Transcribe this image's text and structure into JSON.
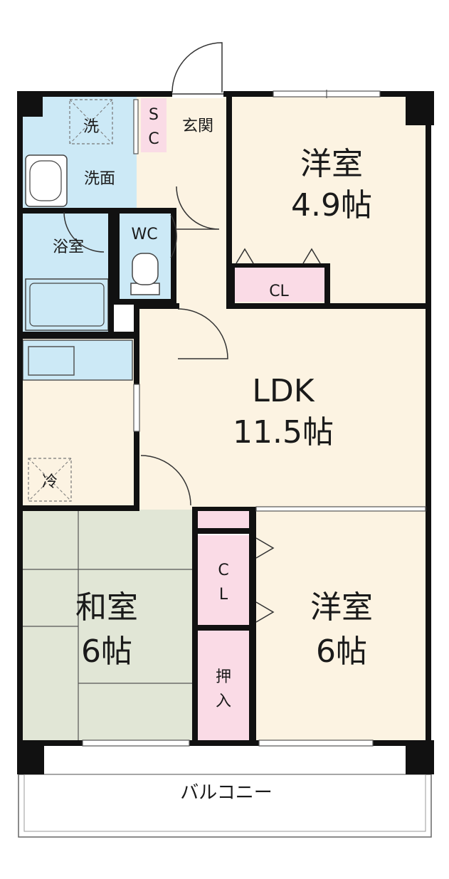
{
  "colors": {
    "wall": "#111111",
    "western_room": "#fcf3e2",
    "ldk": "#fcf3e2",
    "japanese_room": "#e1e6d6",
    "water_area": "#cce9f6",
    "storage": "#fadbe6",
    "balcony": "#ffffff"
  },
  "rooms": {
    "western_north": {
      "name": "洋室",
      "size": "4.9帖"
    },
    "ldk": {
      "name": "LDK",
      "size": "11.5帖"
    },
    "western_south": {
      "name": "洋室",
      "size": "6帖"
    },
    "japanese": {
      "name": "和室",
      "size": "6帖"
    },
    "entrance": {
      "name": "玄関"
    },
    "washroom": {
      "name": "洗面"
    },
    "bathroom": {
      "name": "浴室"
    },
    "toilet": {
      "name": "WC"
    }
  },
  "storage": {
    "shoe_closet": [
      "S",
      "C"
    ],
    "closet_north": "CL",
    "closet_south": [
      "C",
      "L"
    ],
    "oshiire": [
      "押",
      "入"
    ]
  },
  "appliances": {
    "washer": "洗",
    "fridge": "冷"
  },
  "balcony": {
    "name": "バルコニー"
  }
}
